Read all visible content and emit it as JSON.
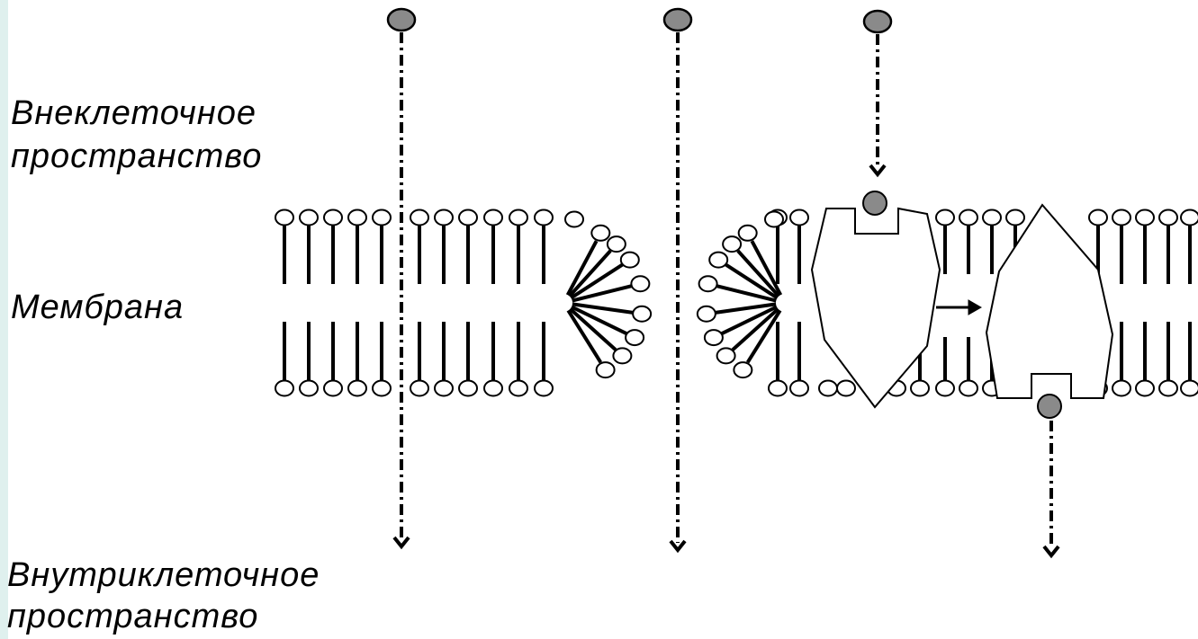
{
  "labels": {
    "extracellular_line1": "Внеклеточное",
    "extracellular_line2": "пространство",
    "membrane": "Мембрана",
    "intracellular_line1": "Внутриклеточное",
    "intracellular_line2": "пространство"
  },
  "colors": {
    "ink": "#000000",
    "particle_fill": "#8a8a8a",
    "left_strip": "#dff0ee"
  }
}
